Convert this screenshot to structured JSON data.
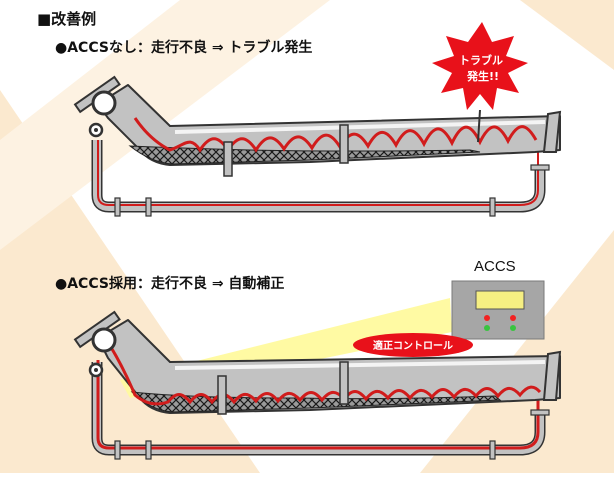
{
  "heading": "■改善例",
  "case_without": {
    "caption": "●ACCSなし：走行不良 ⇒ トラブル発生",
    "burst_line1": "トラブル",
    "burst_line2": "発生!!"
  },
  "case_with": {
    "caption": "●ACCS採用：走行不良 ⇒ 自動補正",
    "device_label": "ACCS",
    "control_label": "適正コントロール"
  },
  "colors": {
    "background_stripe": "#fbe9cf",
    "pipe": "#c2c2c2",
    "pipe_edge": "#333333",
    "belt_red": "#d11c1c",
    "belt_inner_pale": "#f2c6cf",
    "burst_red": "#e8111a",
    "light_beam": "#fffa9e",
    "device_body": "#a6a6a6",
    "device_screen": "#f6ef82",
    "lamp_red": "#f22222",
    "lamp_green": "#39c43f"
  }
}
